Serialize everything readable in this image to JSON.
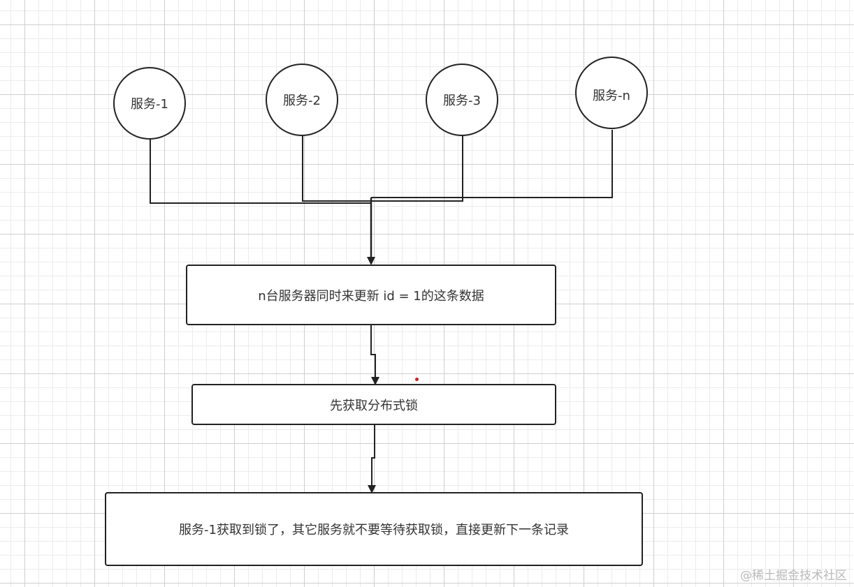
{
  "colors": {
    "stroke": "#222222",
    "text": "#333333",
    "accent_dot": "#cc2222",
    "watermark": "#b9b9b9"
  },
  "nodes": {
    "service_1": "服务-1",
    "service_2": "服务-2",
    "service_3": "服务-3",
    "service_n": "服务-n"
  },
  "steps": {
    "update": "n台服务器同时来更新 id = 1的这条数据",
    "acquire_lock": "先获取分布式锁",
    "result": "服务-1获取到锁了，其它服务就不要等待获取锁，直接更新下一条记录"
  },
  "watermark": "@稀土掘金技术社区"
}
